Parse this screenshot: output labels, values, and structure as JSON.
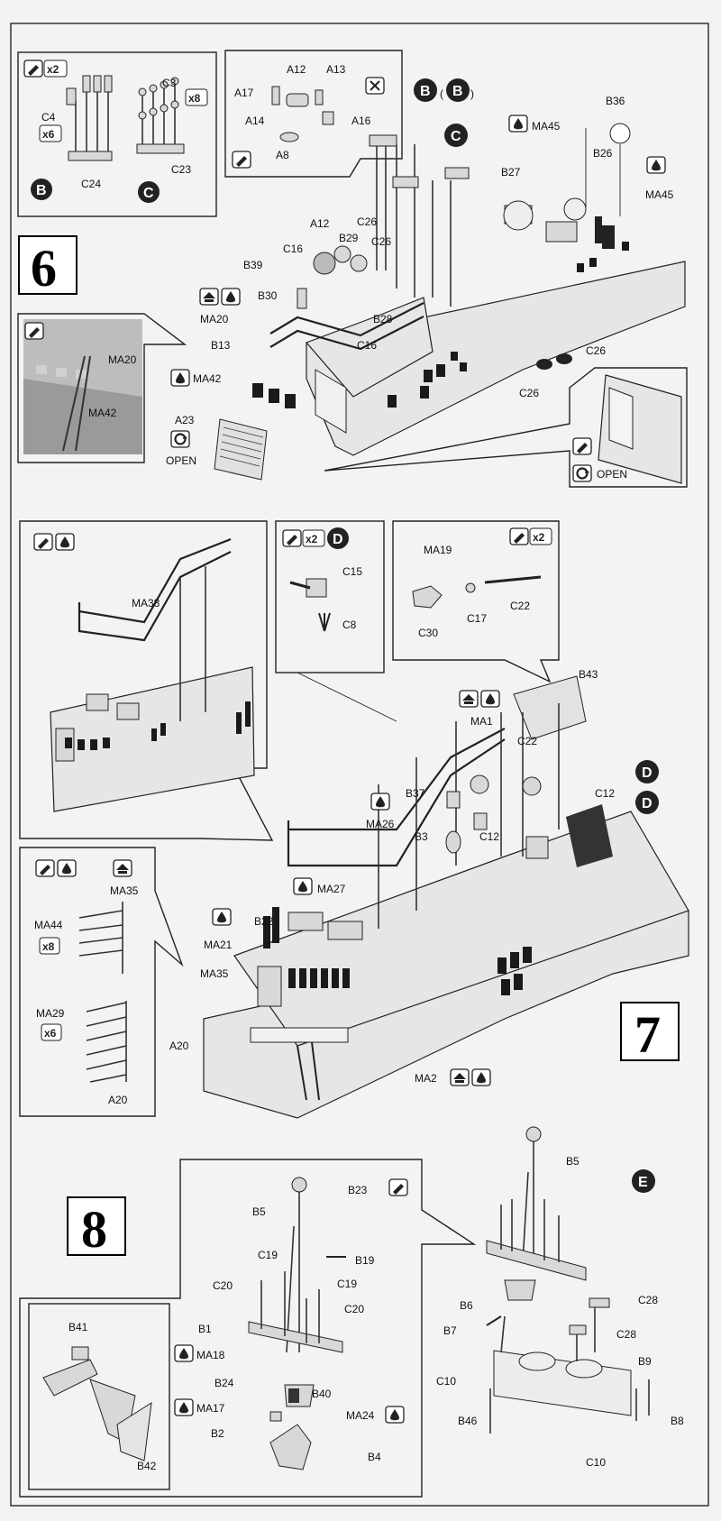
{
  "steps": {
    "step6": {
      "number": "6"
    },
    "step7": {
      "number": "7"
    },
    "step8": {
      "number": "8"
    }
  },
  "badges": {
    "x2": "x2",
    "x8": "x8",
    "x6": "x6",
    "circ_B": "B",
    "circ_C": "C",
    "circ_D": "D",
    "circ_E": "E"
  },
  "notes": {
    "open": "OPEN"
  },
  "step6_labels": {
    "c3": "C3",
    "c4": "C4",
    "c24": "C24",
    "c23": "C23",
    "a12": "A12",
    "a13": "A13",
    "a17": "A17",
    "a14": "A14",
    "a16": "A16",
    "a8": "A8",
    "ma45a": "MA45",
    "b36": "B36",
    "b26": "B26",
    "b27": "B27",
    "ma45b": "MA45",
    "a12b": "A12",
    "c26a": "C26",
    "b29": "B29",
    "c26b": "C26",
    "c16a": "C16",
    "b39": "B39",
    "b30": "B30",
    "ma20": "MA20",
    "b28": "B28",
    "b13": "B13",
    "c16b": "C16",
    "ma42": "MA42",
    "c26c": "C26",
    "c26d": "C26",
    "a23": "A23",
    "inset_ma20": "MA20",
    "inset_ma42": "MA42"
  },
  "step7_labels": {
    "ma38": "MA38",
    "c15": "C15",
    "c8": "C8",
    "ma19": "MA19",
    "c17": "C17",
    "c22a": "C22",
    "c30": "C30",
    "b43": "B43",
    "ma1": "MA1",
    "c22b": "C22",
    "b37": "B37",
    "ma26": "MA26",
    "b3": "B3",
    "c12a": "C12",
    "c12b": "C12",
    "ma27": "MA27",
    "b22": "B22",
    "ma21": "MA21",
    "ma35a": "MA35",
    "ma35b": "MA35",
    "ma44": "MA44",
    "ma29": "MA29",
    "a20a": "A20",
    "a20b": "A20",
    "ma2": "MA2"
  },
  "step8_labels": {
    "b23": "B23",
    "b5a": "B5",
    "b19": "B19",
    "c19a": "C19",
    "c19b": "C19",
    "c20a": "C20",
    "c20b": "C20",
    "b1": "B1",
    "ma18": "MA18",
    "b24": "B24",
    "b40": "B40",
    "ma17": "MA17",
    "ma24": "MA24",
    "b2": "B2",
    "b4": "B4",
    "b41": "B41",
    "b42": "B42",
    "b5b": "B5",
    "c28a": "C28",
    "c28b": "C28",
    "b6": "B6",
    "b7": "B7",
    "b9": "B9",
    "c10a": "C10",
    "b8": "B8",
    "b46": "B46",
    "c10b": "C10"
  }
}
